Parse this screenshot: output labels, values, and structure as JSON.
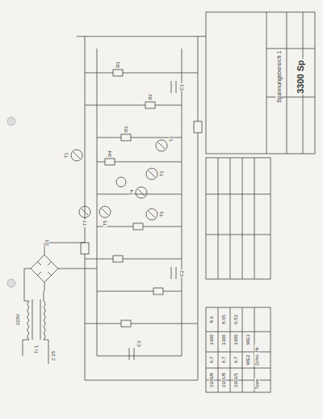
{
  "diagram": {
    "labels": [
      "3300 Sp",
      "Spannungsbereich 1",
      "Zchn.-Nr.",
      "Type",
      "3300/8",
      "3301/8",
      "3302/1",
      "3300",
      "3300",
      "3300",
      "8.6",
      "8.65",
      "0.53",
      "4,7",
      "4,7",
      "4,7",
      "WE2",
      "WE3",
      "T1",
      "T2",
      "T3",
      "T4",
      "T5",
      "T6",
      "T7",
      "D1",
      "220V",
      "Z 25",
      "R1",
      "R2",
      "R3",
      "R4",
      "C1",
      "C2",
      "C3",
      "Tr 1"
    ]
  }
}
